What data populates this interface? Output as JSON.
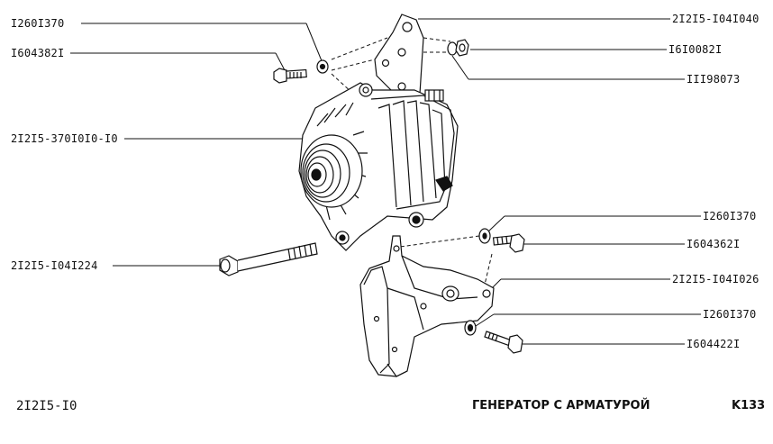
{
  "labels": {
    "top_left_1": "I260I370",
    "top_left_2": "I604382I",
    "mid_left_1": "2I2I5-370I0I0-I0",
    "mid_left_2": "2I2I5-I04I224",
    "top_right_1": "2I2I5-I04I040",
    "top_right_2": "I6I0082I",
    "top_right_3": "III98073",
    "right_1": "I260I370",
    "right_2": "I604362I",
    "right_3": "2I2I5-I04I026",
    "right_4": "I260I370",
    "right_5": "I604422I"
  },
  "footer": {
    "code": "2I2I5-I0",
    "title": "ГЕНЕРАТОР С АРМАТУРОЙ",
    "page": "K133"
  }
}
